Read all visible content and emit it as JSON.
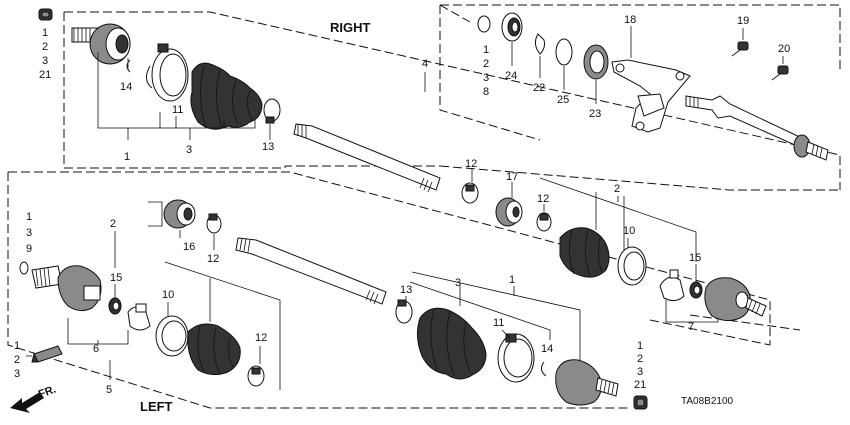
{
  "labels": {
    "right": "RIGHT",
    "left": "LEFT",
    "front_arrow": "FR.",
    "diagram_code": "TA08B2100"
  },
  "callouts": {
    "top_left_stack": [
      "1",
      "2",
      "3",
      "21"
    ],
    "right_outer_stack": [
      "1",
      "2",
      "3",
      "8"
    ],
    "left_inner_stack": [
      "1",
      "3",
      "9"
    ],
    "bottom_left_stack": [
      "1",
      "2",
      "3"
    ],
    "bottom_nut_stack": [
      "1",
      "2",
      "3",
      "21"
    ],
    "n1": "1",
    "n2": "2",
    "n3": "3",
    "n4": "4",
    "n5": "5",
    "n6": "6",
    "n7": "7",
    "n10": "10",
    "n11": "11",
    "n12": "12",
    "n13": "13",
    "n14": "14",
    "n15": "15",
    "n16": "16",
    "n17": "17",
    "n18": "18",
    "n19": "19",
    "n20": "20",
    "n22": "22",
    "n23": "23",
    "n24": "24",
    "n25": "25"
  },
  "colors": {
    "ink": "#111111",
    "shade": "#333333",
    "metal": "#8a8a8a"
  }
}
